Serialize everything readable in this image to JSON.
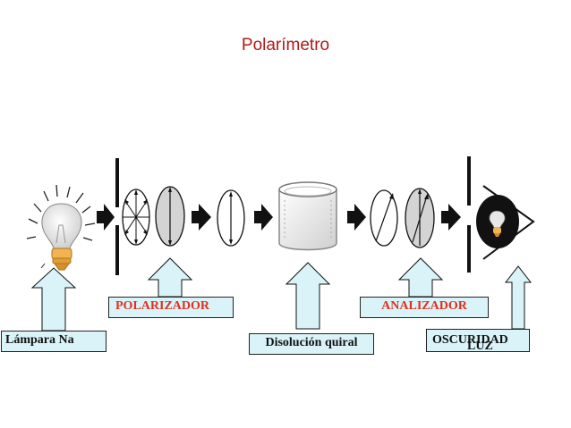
{
  "title": "Polarímetro",
  "labels": {
    "lamp": "Lámpara Na",
    "polarizer": "POLARIZADOR",
    "solution": "Disolución quiral",
    "analyzer": "ANALIZADOR",
    "darkness": "OSCURIDAD",
    "light": "LUZ"
  },
  "colors": {
    "title": "#b01a1a",
    "label_fill": "#d9f3f8",
    "label_red_text": "#e0301e",
    "bulb_base": "#f2b450",
    "arrow": "#111111"
  },
  "icons": [
    "light-bulb-icon",
    "dark-bulb-icon",
    "beaker-icon",
    "filter-lens-icon",
    "slit-icon",
    "arrow-icon"
  ]
}
